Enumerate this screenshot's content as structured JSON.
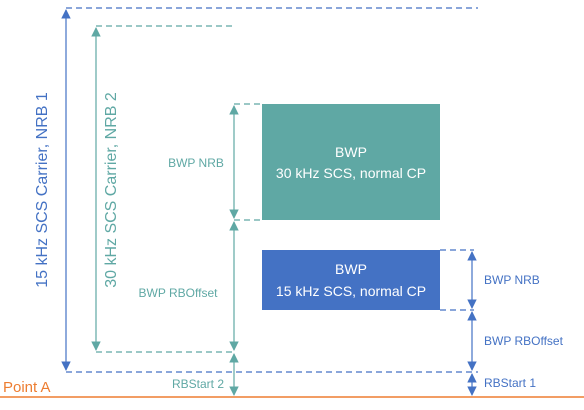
{
  "labels": {
    "carrier_15": "15 kHz SCS Carrier, NRB 1",
    "carrier_30": "30 kHz SCS Carrier, NRB 2",
    "bwp_nrb_30": "BWP NRB",
    "bwp_rboffset_30": "BWP RBOffset",
    "rbstart_2": "RBStart 2",
    "bwp_nrb_15": "BWP NRB",
    "bwp_rboffset_15": "BWP RBOffset",
    "rbstart_1": "RBStart 1",
    "point_a": "Point A"
  },
  "boxes": {
    "bwp30": {
      "title": "BWP",
      "subtitle": "30 kHz SCS, normal CP"
    },
    "bwp15": {
      "title": "BWP",
      "subtitle": "15 kHz SCS, normal CP"
    }
  },
  "colors": {
    "blue": "#4472c4",
    "teal": "#5fa8a4",
    "orange": "#ed7d31",
    "white": "#ffffff"
  }
}
